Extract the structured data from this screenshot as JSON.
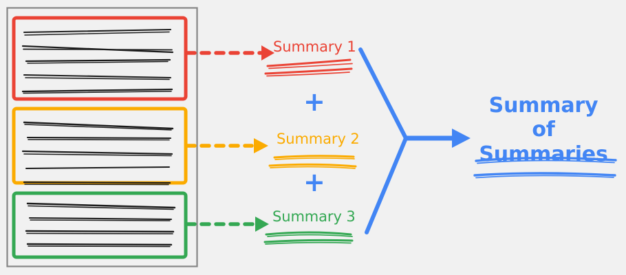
{
  "diagram": {
    "title_final": "Summary of\nSummaries",
    "background_color": "#f1f1f1",
    "document_frame": {
      "border_color": "#808080",
      "label": "document-collection"
    },
    "plus_symbol": "+",
    "plus_color": "#4285f4",
    "merge_color": "#4285f4",
    "groups": [
      {
        "id": "group-1",
        "color": "#ea4335",
        "box_label": "document-group-red",
        "line_count": 5,
        "arrow_style": "dashed",
        "summary_label": "Summary 1",
        "squiggle_count": 2
      },
      {
        "id": "group-2",
        "color": "#fbab00",
        "box_label": "document-group-orange",
        "line_count": 5,
        "arrow_style": "dashed",
        "summary_label": "Summary 2",
        "squiggle_count": 2
      },
      {
        "id": "group-3",
        "color": "#34a853",
        "box_label": "document-group-green",
        "line_count": 4,
        "arrow_style": "dashed",
        "summary_label": "Summary 3",
        "squiggle_count": 2
      }
    ],
    "final": {
      "line1": "Summary of",
      "line2": "Summaries",
      "color": "#4285f4",
      "squiggle_count": 2
    },
    "text_lines_color": "#1c1c1c"
  }
}
